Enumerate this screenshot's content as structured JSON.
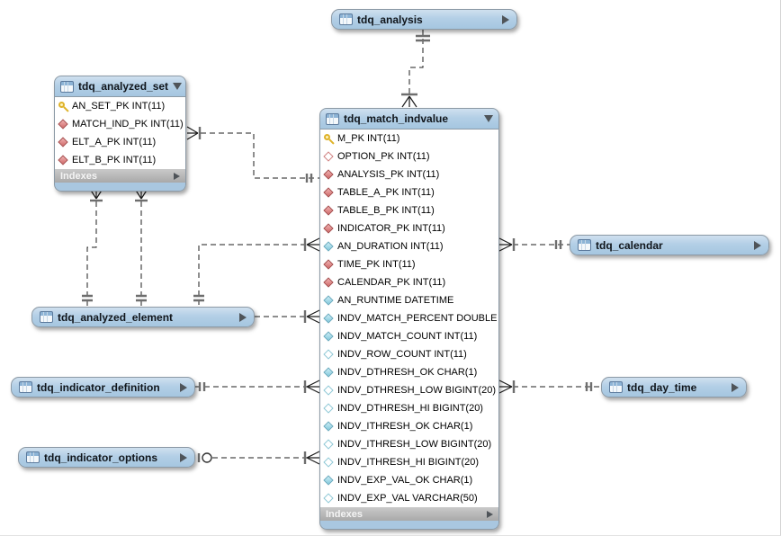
{
  "diagram": {
    "tool_style": "eer-diagram",
    "colors": {
      "table_header_blue": "#a5c6e0",
      "indexes_bar_gray": "#b0b0b0",
      "pk_icon_gold": "#dfb32a",
      "fk_icon_red": "#cf6a6a",
      "column_icon_cyan": "#82c8db"
    },
    "tables": [
      {
        "id": "tdq_analysis",
        "title": "tdq_analysis",
        "collapsed": true
      },
      {
        "id": "tdq_analyzed_set",
        "title": "tdq_analyzed_set",
        "collapsed": false,
        "footer": "Indexes",
        "fields": [
          {
            "icon": "key",
            "label": "AN_SET_PK INT(11)"
          },
          {
            "icon": "fk",
            "label": "MATCH_IND_PK INT(11)"
          },
          {
            "icon": "fk",
            "label": "ELT_A_PK INT(11)"
          },
          {
            "icon": "fk",
            "label": "ELT_B_PK INT(11)"
          }
        ]
      },
      {
        "id": "tdq_match_indvalue",
        "title": "tdq_match_indvalue",
        "collapsed": false,
        "footer": "Indexes",
        "fields": [
          {
            "icon": "key",
            "label": "M_PK INT(11)"
          },
          {
            "icon": "fk-open",
            "label": "OPTION_PK INT(11)"
          },
          {
            "icon": "fk",
            "label": "ANALYSIS_PK INT(11)"
          },
          {
            "icon": "fk",
            "label": "TABLE_A_PK INT(11)"
          },
          {
            "icon": "fk",
            "label": "TABLE_B_PK INT(11)"
          },
          {
            "icon": "fk",
            "label": "INDICATOR_PK INT(11)"
          },
          {
            "icon": "col",
            "label": "AN_DURATION INT(11)"
          },
          {
            "icon": "fk",
            "label": "TIME_PK INT(11)"
          },
          {
            "icon": "fk",
            "label": "CALENDAR_PK INT(11)"
          },
          {
            "icon": "col",
            "label": "AN_RUNTIME DATETIME"
          },
          {
            "icon": "col",
            "label": "INDV_MATCH_PERCENT DOUBLE"
          },
          {
            "icon": "col",
            "label": "INDV_MATCH_COUNT INT(11)"
          },
          {
            "icon": "col-open",
            "label": "INDV_ROW_COUNT INT(11)"
          },
          {
            "icon": "col",
            "label": "INDV_DTHRESH_OK CHAR(1)"
          },
          {
            "icon": "col-open",
            "label": "INDV_DTHRESH_LOW BIGINT(20)"
          },
          {
            "icon": "col-open",
            "label": "INDV_DTHRESH_HI BIGINT(20)"
          },
          {
            "icon": "col",
            "label": "INDV_ITHRESH_OK CHAR(1)"
          },
          {
            "icon": "col-open",
            "label": "INDV_ITHRESH_LOW BIGINT(20)"
          },
          {
            "icon": "col-open",
            "label": "INDV_ITHRESH_HI BIGINT(20)"
          },
          {
            "icon": "col",
            "label": "INDV_EXP_VAL_OK CHAR(1)"
          },
          {
            "icon": "col-open",
            "label": "INDV_EXP_VAL VARCHAR(50)"
          }
        ]
      },
      {
        "id": "tdq_calendar",
        "title": "tdq_calendar",
        "collapsed": true
      },
      {
        "id": "tdq_analyzed_element",
        "title": "tdq_analyzed_element",
        "collapsed": true
      },
      {
        "id": "tdq_indicator_definition",
        "title": "tdq_indicator_definition",
        "collapsed": true
      },
      {
        "id": "tdq_day_time",
        "title": "tdq_day_time",
        "collapsed": true
      },
      {
        "id": "tdq_indicator_options",
        "title": "tdq_indicator_options",
        "collapsed": true
      }
    ],
    "connections": [
      {
        "from": "tdq_analysis",
        "to": "tdq_match_indvalue",
        "from_cardinality": "1",
        "to_cardinality": "many"
      },
      {
        "from": "tdq_analyzed_set",
        "to": "tdq_match_indvalue",
        "from_cardinality": "many",
        "to_cardinality": "1"
      },
      {
        "from": "tdq_analyzed_set",
        "to": "tdq_analyzed_element",
        "from_cardinality": "many",
        "to_cardinality": "1"
      },
      {
        "from": "tdq_analyzed_set",
        "to": "tdq_analyzed_element",
        "from_cardinality": "many",
        "to_cardinality": "1"
      },
      {
        "from": "tdq_match_indvalue",
        "to": "tdq_analyzed_element",
        "from_cardinality": "many",
        "to_cardinality": "1"
      },
      {
        "from": "tdq_analyzed_element",
        "to": "tdq_match_indvalue",
        "from_cardinality": "1",
        "to_cardinality": "many"
      },
      {
        "from": "tdq_match_indvalue",
        "to": "tdq_calendar",
        "from_cardinality": "many",
        "to_cardinality": "1"
      },
      {
        "from": "tdq_indicator_definition",
        "to": "tdq_match_indvalue",
        "from_cardinality": "1",
        "to_cardinality": "many"
      },
      {
        "from": "tdq_match_indvalue",
        "to": "tdq_day_time",
        "from_cardinality": "many",
        "to_cardinality": "1"
      },
      {
        "from": "tdq_indicator_options",
        "to": "tdq_match_indvalue",
        "from_cardinality": "0..1",
        "to_cardinality": "many"
      }
    ]
  }
}
